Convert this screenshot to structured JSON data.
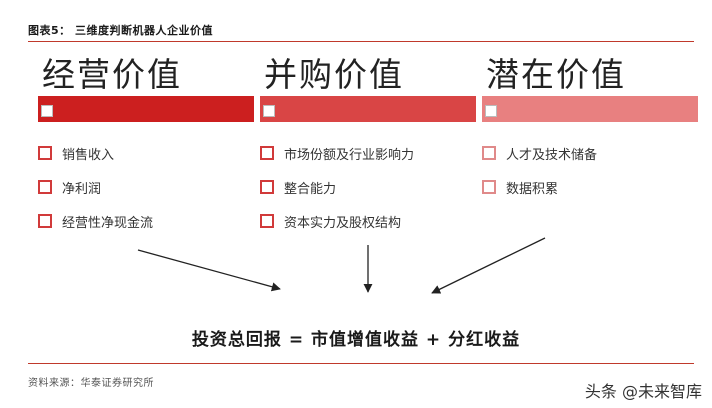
{
  "figure": {
    "title": "图表5： 三维度判断机器人企业价值",
    "source": "资料来源：华泰证券研究所",
    "watermark": "头条 @未来智库"
  },
  "columns": [
    {
      "heading": "经营价值",
      "bar_color": "#cc1f1f",
      "items": [
        "销售收入",
        "净利润",
        "经营性净现金流"
      ]
    },
    {
      "heading": "并购价值",
      "bar_color": "#d94545",
      "items": [
        "市场份额及行业影响力",
        "整合能力",
        "资本实力及股权结构"
      ]
    },
    {
      "heading": "潜在价值",
      "bar_color": "#e88080",
      "items": [
        "人才及技术储备",
        "数据积累"
      ]
    }
  ],
  "formula": "投资总回报 = 市值增值收益 + 分红收益"
}
